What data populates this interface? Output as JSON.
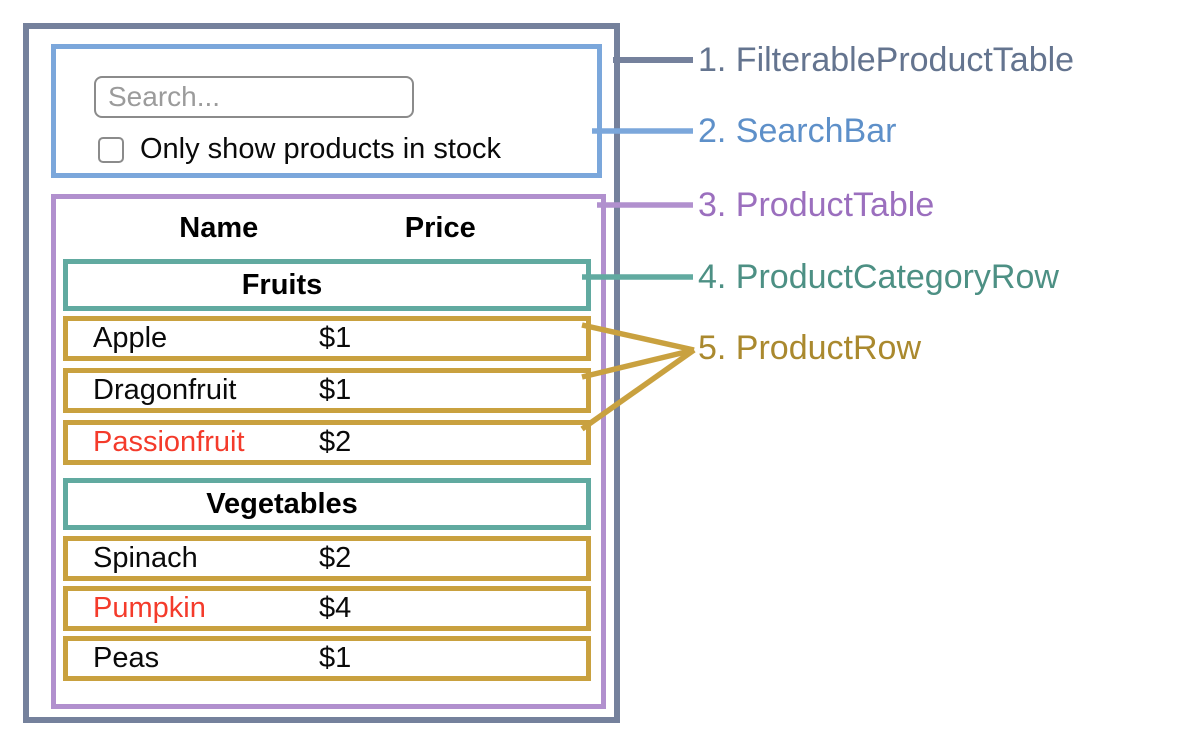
{
  "search_bar": {
    "placeholder": "Search...",
    "checkbox_checked": false,
    "checkbox_label": "Only show products in stock"
  },
  "product_table": {
    "headers": {
      "name": "Name",
      "price": "Price"
    },
    "sections": [
      {
        "category": "Fruits",
        "rows": [
          {
            "name": "Apple",
            "price": "$1",
            "name_color": "#0a0a0a"
          },
          {
            "name": "Dragonfruit",
            "price": "$1",
            "name_color": "#0a0a0a"
          },
          {
            "name": "Passionfruit",
            "price": "$2",
            "name_color": "#F43B2B"
          }
        ]
      },
      {
        "category": "Vegetables",
        "rows": [
          {
            "name": "Spinach",
            "price": "$2",
            "name_color": "#0a0a0a"
          },
          {
            "name": "Pumpkin",
            "price": "$4",
            "name_color": "#F43B2B"
          },
          {
            "name": "Peas",
            "price": "$1",
            "name_color": "#0a0a0a"
          }
        ]
      }
    ]
  },
  "legend": {
    "items": [
      {
        "label": "1. FilterableProductTable",
        "color": "#64748F"
      },
      {
        "label": "2. SearchBar",
        "color": "#5E90C9"
      },
      {
        "label": "3. ProductTable",
        "color": "#9B6FBE"
      },
      {
        "label": "4. ProductCategoryRow",
        "color": "#4D9084"
      },
      {
        "label": "5. ProductRow",
        "color": "#AA892E"
      }
    ]
  },
  "colors": {
    "filterable_product_table_border": "#75819C",
    "search_bar_border": "#7BA7DB",
    "product_table_border": "#B190CE",
    "category_row_border": "#61AAA0",
    "product_row_border": "#C9A13F",
    "out_of_stock_text": "#F43B2B"
  }
}
